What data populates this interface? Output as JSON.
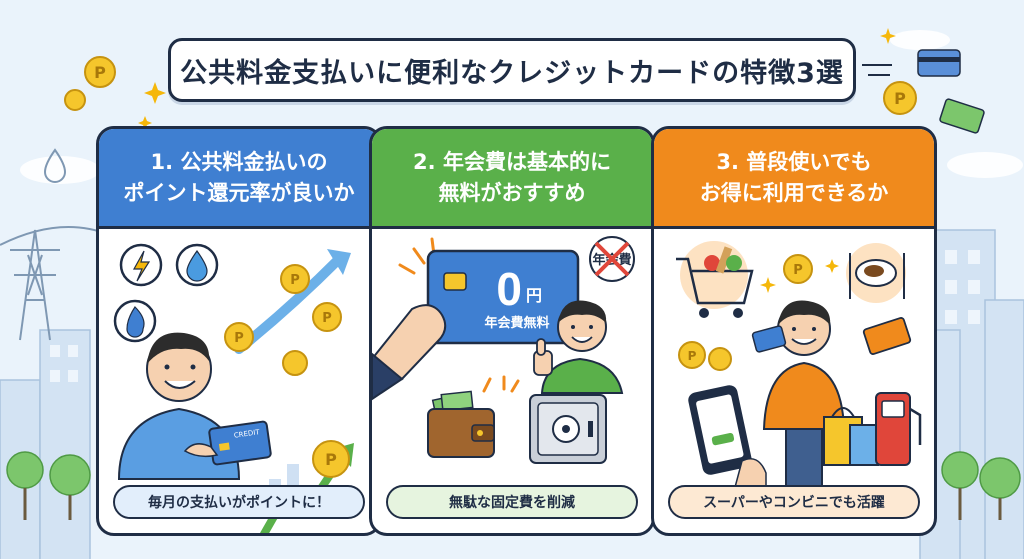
{
  "title": "公共料金支払いに便利なクレジットカードの特徴3選",
  "cards": [
    {
      "heading_line1": "1. 公共料金払いの",
      "heading_line2": "ポイント還元率が良いか",
      "caption": "毎月の支払いがポイントに！",
      "card_text": "CREDIT",
      "accent": "#3f7fd1"
    },
    {
      "heading_line1": "2. 年会費は基本的に",
      "heading_line2": "無料がおすすめ",
      "caption": "無駄な固定費を削減",
      "price": "0",
      "price_unit": "円",
      "price_label": "年会費無料",
      "stamp_text": "年会費",
      "accent": "#5ab04a"
    },
    {
      "heading_line1": "3. 普段使いでも",
      "heading_line2": "お得に利用できるか",
      "caption": "スーパーやコンビニでも活躍",
      "accent": "#f08a1c"
    }
  ],
  "coin_symbol": "P",
  "icons": [
    "lightning-icon",
    "water-drop-icon",
    "gas-flame-icon",
    "coin-icon",
    "credit-card-icon",
    "banknote-icon",
    "shopping-cart-icon",
    "smartphone-icon",
    "wallet-icon",
    "safe-icon",
    "fuel-pump-icon",
    "ticket-icon",
    "meal-plate-icon",
    "shopping-bag-icon",
    "sparkle-icon"
  ]
}
